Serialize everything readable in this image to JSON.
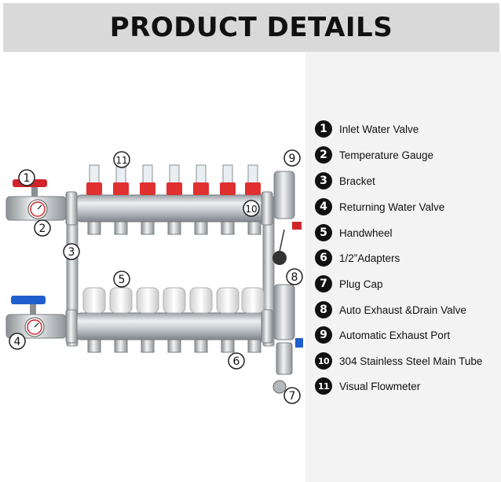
{
  "header": {
    "title": "PRODUCT DETAILS"
  },
  "callouts": [
    "1",
    "2",
    "3",
    "4",
    "5",
    "6",
    "7",
    "8",
    "9",
    "10",
    "11"
  ],
  "legend": [
    {
      "num": "1",
      "label": "Inlet Water Valve"
    },
    {
      "num": "2",
      "label": "Temperature Gauge"
    },
    {
      "num": "3",
      "label": "Bracket"
    },
    {
      "num": "4",
      "label": "Returning Water Valve"
    },
    {
      "num": "5",
      "label": "Handwheel"
    },
    {
      "num": "6",
      "label": "1/2”Adapters"
    },
    {
      "num": "7",
      "label": "Plug Cap"
    },
    {
      "num": "8",
      "label": "Auto Exhaust &Drain Valve"
    },
    {
      "num": "9",
      "label": "Automatic Exhaust Port"
    },
    {
      "num": "10",
      "label": "304 Stainless Steel Main Tube"
    },
    {
      "num": "11",
      "label": "Visual Flowmeter"
    }
  ],
  "colors": {
    "header_bg": "#d9d9d9",
    "panel_bg": "#f3f3f3",
    "inlet_handle": "#d2232a",
    "return_handle": "#1f5fcc",
    "flowmeter_red": "#e03030"
  }
}
